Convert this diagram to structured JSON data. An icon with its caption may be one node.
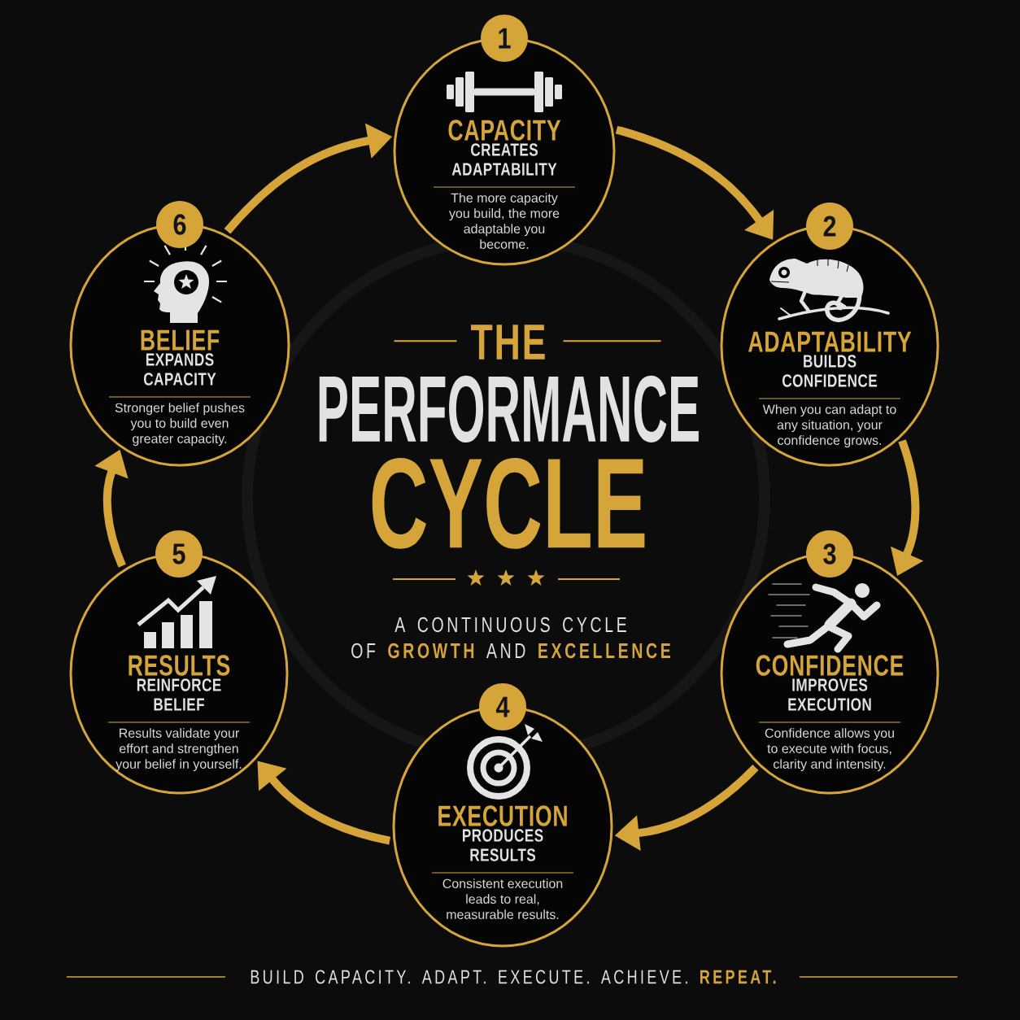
{
  "diagram": {
    "title": "THE PERFORMANCE CYCLE",
    "caption": "BUILD CAPACITY. ADAPT. EXECUTE. ACHIEVE. **REPEAT.**",
    "nodes": [
      {
        "text": [
          "1",
          "CAPACITY",
          "CREATES ADAPTABILITY",
          "The more capacity you build, the more adaptable you become."
        ]
      },
      {
        "text": [
          "2",
          "ADAPTABILITY",
          "BUILDS CONFIDENCE",
          "When you can adapt to any situation, your confidence grows."
        ]
      },
      {
        "text": [
          "3",
          "CONFIDENCE",
          "IMPROVES EXECUTION",
          "Confidence allows you to execute with focus, clarity and intensity."
        ]
      },
      {
        "text": [
          "4",
          "EXECUTION",
          "PRODUCES RESULTS",
          "Consistent execution leads to real, measurable results."
        ]
      },
      {
        "text": [
          "5",
          "RESULTS",
          "REINFORCE BELIEF",
          "Results validate your effort and strengthen your belief in yourself."
        ]
      },
      {
        "text": [
          "6",
          "BELIEF",
          "EXPANDS CAPACITY",
          "Stronger belief pushes you to build even greater capacity."
        ]
      }
    ],
    "edges": [
      {
        "from": 0,
        "to": 1,
        "arrow": "to"
      },
      {
        "from": 1,
        "to": 2,
        "arrow": "to"
      },
      {
        "from": 2,
        "to": 3,
        "arrow": "to"
      },
      {
        "from": 3,
        "to": 4,
        "arrow": "to"
      },
      {
        "from": 4,
        "to": 5,
        "arrow": "to"
      },
      {
        "from": 5,
        "to": 0,
        "arrow": "to"
      }
    ],
    "labels": [
      "A CONTINUOUS CYCLE OF **GROWTH** AND **EXCELLENCE**"
    ]
  }
}
